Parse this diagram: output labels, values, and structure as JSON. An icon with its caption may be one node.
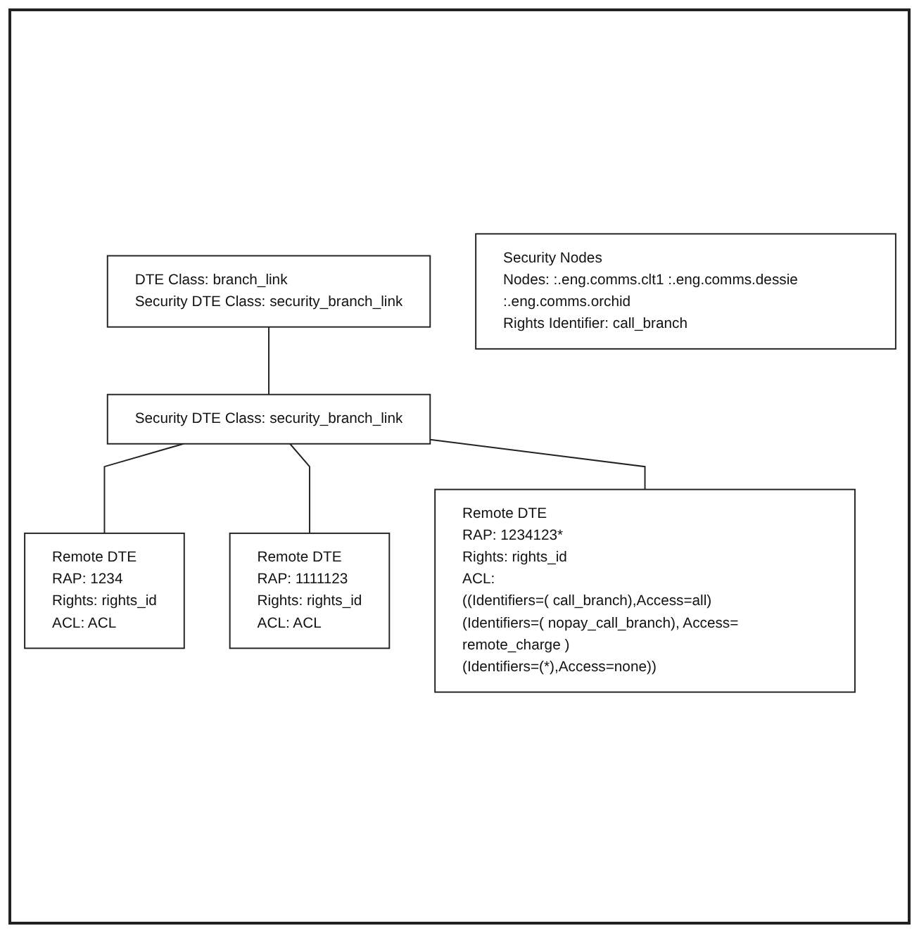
{
  "diagram": {
    "nodes": [
      {
        "text": [
          "DTE Class: branch_link",
          "Security DTE Class: security_branch_link"
        ]
      },
      {
        "text": [
          "Security Nodes",
          "Nodes: :.eng.comms.clt1 :.eng.comms.dessie :.eng.comms.orchid",
          "Rights Identifier: call_branch"
        ]
      },
      {
        "text": [
          "Security DTE Class: security_branch_link"
        ]
      },
      {
        "text": [
          "Remote DTE",
          "RAP: 1234",
          "Rights: rights_id",
          "ACL: ACL"
        ]
      },
      {
        "text": [
          "Remote DTE",
          "RAP: 1111123",
          "Rights: rights_id",
          "ACL: ACL"
        ]
      },
      {
        "text": [
          "Remote DTE",
          "RAP: 1234123*",
          "Rights: rights_id",
          "ACL:",
          "((Identifiers=( call_branch),Access=all)",
          "(Identifiers=( nopay_call_branch), Access= remote_charge )",
          "(Identifiers=(*),Access=none))"
        ]
      }
    ],
    "edges": [
      {
        "from": 0,
        "to": 2,
        "arrow": "none"
      },
      {
        "from": 2,
        "to": 3,
        "arrow": "none"
      },
      {
        "from": 2,
        "to": 4,
        "arrow": "none"
      },
      {
        "from": 2,
        "to": 5,
        "arrow": "none"
      }
    ]
  }
}
